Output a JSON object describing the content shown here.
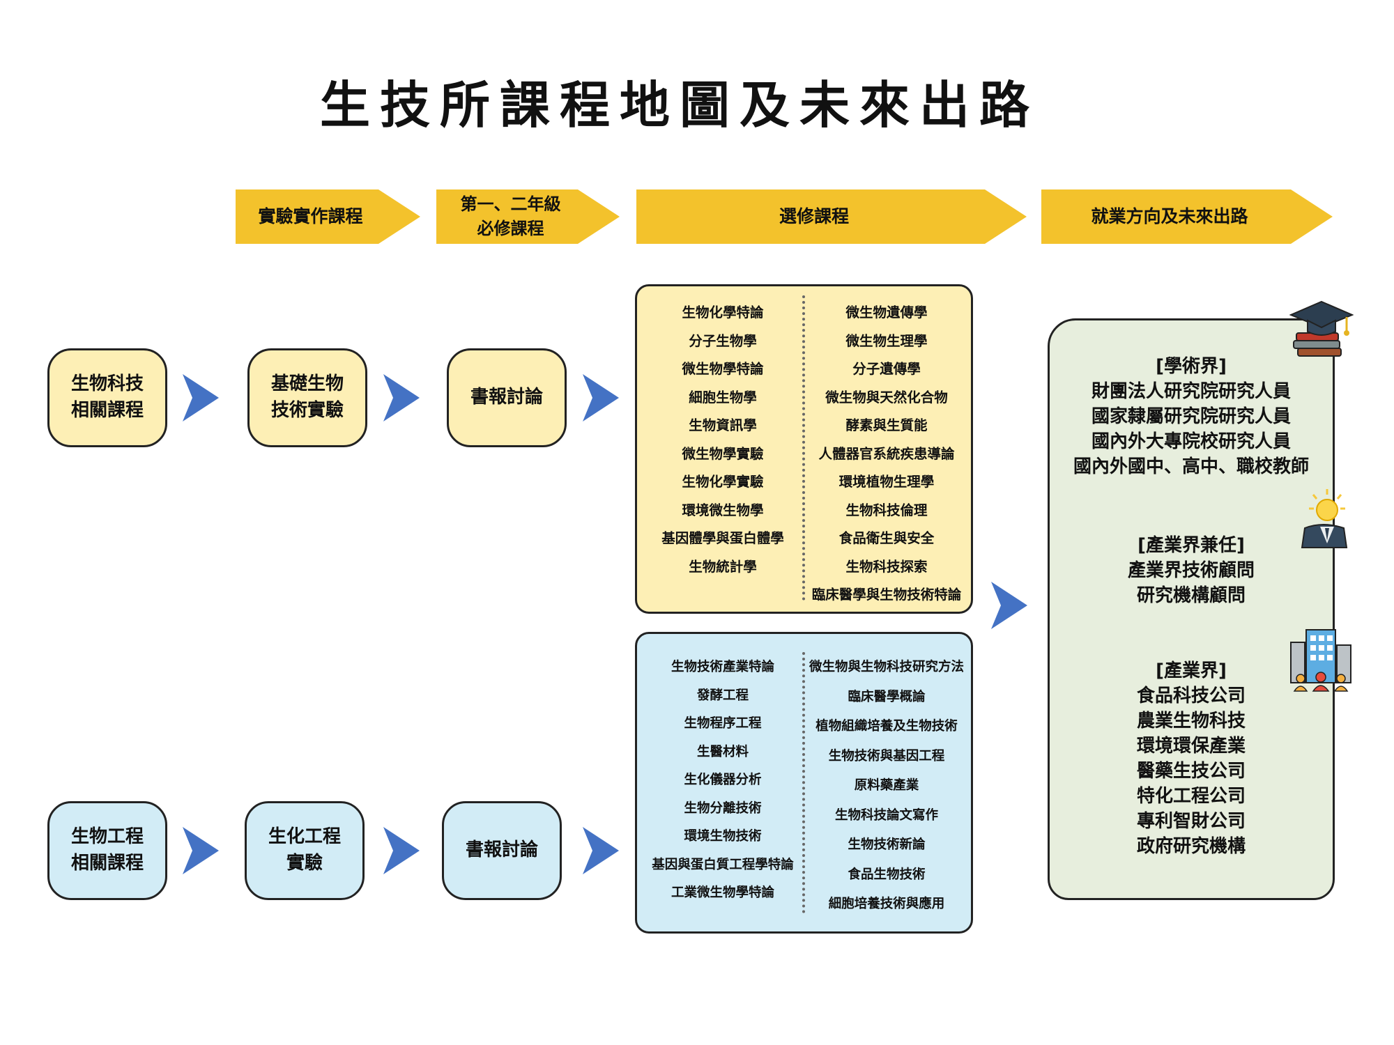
{
  "title": "生技所課程地圖及未來出路",
  "headers": {
    "lab": "實驗實作課程",
    "required_line1": "第一、二年級",
    "required_line2": "必修課程",
    "elective": "選修課程",
    "career": "就業方向及未來出路"
  },
  "tracks": {
    "bio": {
      "field_l1": "生物科技",
      "field_l2": "相關課程",
      "lab_l1": "基礎生物",
      "lab_l2": "技術實驗",
      "seminar": "書報討論"
    },
    "eng": {
      "field_l1": "生物工程",
      "field_l2": "相關課程",
      "lab_l1": "生化工程",
      "lab_l2": "實驗",
      "seminar": "書報討論"
    }
  },
  "electives_bio": {
    "left": [
      "生物化學特論",
      "分子生物學",
      "微生物學特論",
      "細胞生物學",
      "生物資訊學",
      "微生物學實驗",
      "生物化學實驗",
      "環境微生物學",
      "基因體學與蛋白體學",
      "生物統計學"
    ],
    "right": [
      "微生物遺傳學",
      "微生物生理學",
      "分子遺傳學",
      "微生物與天然化合物",
      "酵素與生質能",
      "人體器官系統疾患導論",
      "環境植物生理學",
      "生物科技倫理",
      "食品衛生與安全",
      "生物科技探索",
      "臨床醫學與生物技術特論"
    ]
  },
  "electives_eng": {
    "left": [
      "生物技術產業特論",
      "發酵工程",
      "生物程序工程",
      "生醫材料",
      "生化儀器分析",
      "生物分離技術",
      "環境生物技術",
      "基因與蛋白質工程學特論",
      "工業微生物學特論"
    ],
    "right": [
      "微生物與生物科技研究方法",
      "臨床醫學概論",
      "植物組織培養及生物技術",
      "生物技術與基因工程",
      "原料藥產業",
      "生物科技論文寫作",
      "生物技術新論",
      "食品生物技術",
      "細胞培養技術與應用"
    ]
  },
  "careers": {
    "academic": [
      "[學術界]",
      "財團法人研究院研究人員",
      "國家隸屬研究院研究人員",
      "國內外大專院校研究人員",
      "國內外國中、高中、職校教師"
    ],
    "advisor": [
      "[產業界兼任]",
      "產業界技術顧問",
      "研究機構顧問"
    ],
    "industry": [
      "[產業界]",
      "食品科技公司",
      "農業生物科技",
      "環境環保產業",
      "醫藥生技公司",
      "特化工程公司",
      "專利智財公司",
      "政府研究機構"
    ]
  },
  "icons": {
    "academic": "graduation-cap-icon",
    "advisor": "businessman-idea-icon",
    "industry": "office-building-icon"
  },
  "colors": {
    "header": "#f3c22c",
    "bio_fill": "#fdefb5",
    "eng_fill": "#d2ecf6",
    "career_fill": "#e7eedd",
    "arrow": "#4472c4"
  }
}
